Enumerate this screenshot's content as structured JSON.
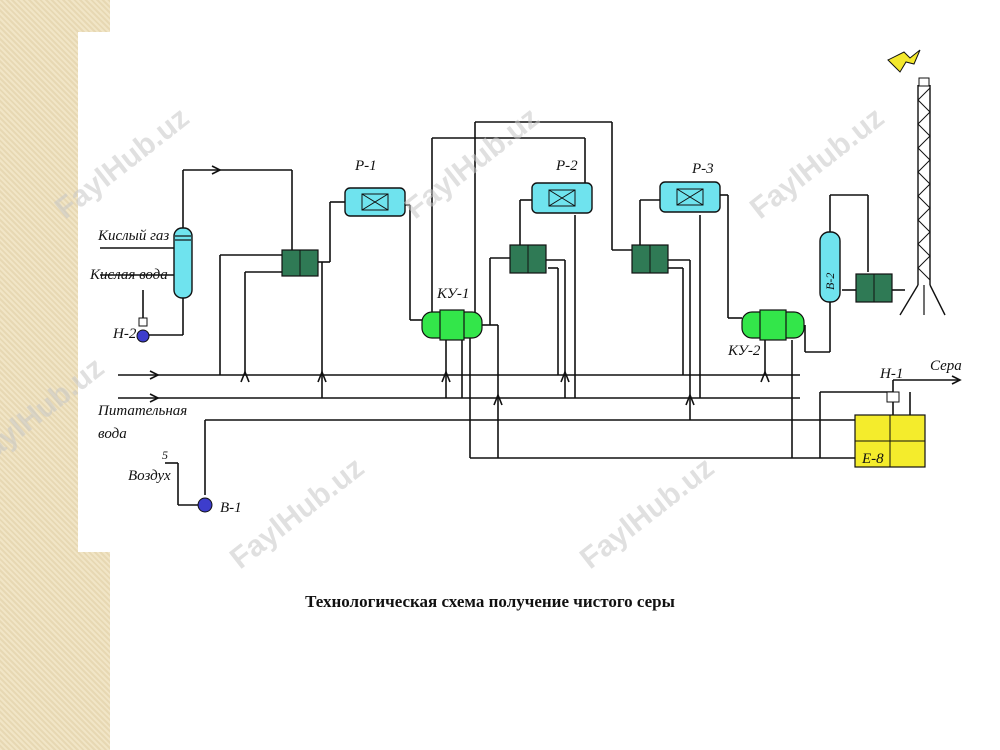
{
  "labels": {
    "kisly_gaz": "Кислый газ",
    "kislaya_voda": "Кислая вода",
    "n2": "Н-2",
    "pitatelnaya": "Питательная",
    "voda": "вода",
    "s5": "5",
    "vozdukh": "Воздух",
    "v1": "В-1",
    "r1": "Р-1",
    "r2": "Р-2",
    "r3": "Р-3",
    "ku1": "КУ-1",
    "ku2": "КУ-2",
    "v2": "В-2",
    "n1": "Н-1",
    "sera": "Сера",
    "e8": "Е-8"
  },
  "caption": "Технологическая схема получение чистого серы",
  "watermark": "FaylHub.uz",
  "colors": {
    "reactor": "#6fe3ee",
    "exchanger": "#2f7a55",
    "boiler": "#33e64a",
    "tank": "#f4ec2c",
    "pump": "#3d3dcc",
    "sidebar": "#eedfb9"
  }
}
